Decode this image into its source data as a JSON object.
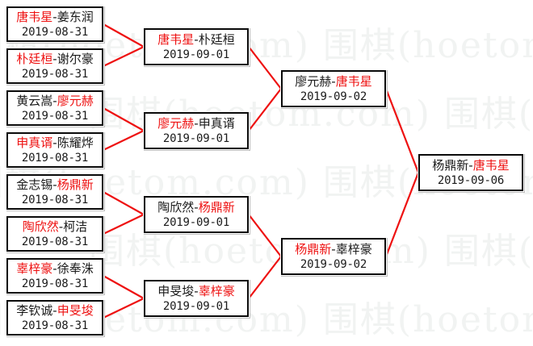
{
  "watermark": {
    "text": "围棋(hoetom.com)",
    "color": "#f1f3f2",
    "rows": 5
  },
  "colors": {
    "winner_name": "#ee1111",
    "loser_name": "#1a1a1a",
    "connector_line": "#ee1111",
    "box_border": "#0a0a0a",
    "background": "#ffffff"
  },
  "bracket": {
    "rounds": [
      {
        "name": "round-1",
        "date": "2019-08-31",
        "matches": [
          {
            "winner": "唐韦星",
            "sep": "-",
            "loser": "姜东润",
            "date": "2019-08-31"
          },
          {
            "winner": "朴廷桓",
            "sep": "-",
            "loser": "谢尔豪",
            "date": "2019-08-31"
          },
          {
            "winner": "廖元赫",
            "sep": "-",
            "loser": "黄云嵩",
            "date": "2019-08-31",
            "winner_position": "right",
            "left_name": "黄云嵩",
            "right_name": "廖元赫"
          },
          {
            "winner": "申真谞",
            "sep": "-",
            "loser": "陈耀烨",
            "date": "2019-08-31"
          },
          {
            "winner": "杨鼎新",
            "sep": "-",
            "loser": "金志锡",
            "date": "2019-08-31",
            "winner_position": "right",
            "left_name": "金志锡",
            "right_name": "杨鼎新"
          },
          {
            "winner": "陶欣然",
            "sep": "-",
            "loser": "柯洁",
            "date": "2019-08-31"
          },
          {
            "winner": "辜梓豪",
            "sep": "-",
            "loser": "徐奉洙",
            "date": "2019-08-31"
          },
          {
            "winner": "申旻埈",
            "sep": "-",
            "loser": "李钦诚",
            "date": "2019-08-31",
            "winner_position": "right",
            "left_name": "李钦诚",
            "right_name": "申旻埈"
          }
        ]
      },
      {
        "name": "round-2",
        "date": "2019-09-01",
        "matches": [
          {
            "winner": "唐韦星",
            "sep": "-",
            "loser": "朴廷桓",
            "date": "2019-09-01"
          },
          {
            "winner": "廖元赫",
            "sep": "-",
            "loser": "申真谞",
            "date": "2019-09-01"
          },
          {
            "winner": "杨鼎新",
            "sep": "-",
            "loser": "陶欣然",
            "date": "2019-09-01",
            "winner_position": "right",
            "left_name": "陶欣然",
            "right_name": "杨鼎新"
          },
          {
            "winner": "辜梓豪",
            "sep": "-",
            "loser": "申旻埈",
            "date": "2019-09-01",
            "winner_position": "right",
            "left_name": "申旻埈",
            "right_name": "辜梓豪"
          }
        ]
      },
      {
        "name": "semifinal",
        "date": "2019-09-02",
        "matches": [
          {
            "winner": "唐韦星",
            "sep": "-",
            "loser": "廖元赫",
            "date": "2019-09-02",
            "winner_position": "right",
            "left_name": "廖元赫",
            "right_name": "唐韦星"
          },
          {
            "winner": "杨鼎新",
            "sep": "-",
            "loser": "辜梓豪",
            "date": "2019-09-02"
          }
        ]
      },
      {
        "name": "final",
        "date": "2019-09-06",
        "matches": [
          {
            "winner": "唐韦星",
            "sep": "-",
            "loser": "杨鼎新",
            "date": "2019-09-06",
            "winner_position": "right",
            "left_name": "杨鼎新",
            "right_name": "唐韦星"
          }
        ]
      }
    ]
  }
}
